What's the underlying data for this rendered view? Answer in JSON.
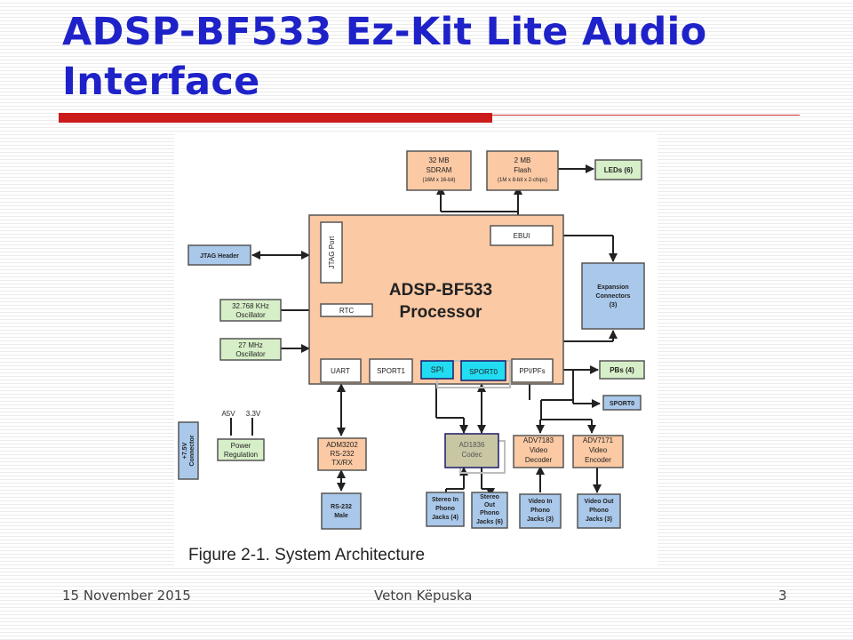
{
  "slide": {
    "title": "ADSP-BF533 Ez-Kit Lite Audio Interface",
    "footer_date": "15 November 2015",
    "footer_author": "Veton Këpuska",
    "page_number": "3"
  },
  "colors": {
    "title": "#1e22c8",
    "accent_rule": "#cc1b1b",
    "block_orange": "#fbc9a4",
    "block_green": "#d7efc8",
    "block_blue": "#a9c8ea",
    "highlight_cyan": "#22ddf2",
    "codec_fill": "#c9c6a4"
  },
  "diagram": {
    "caption": "Figure 2-1. System Architecture",
    "sdram": {
      "line1": "32 MB",
      "line2": "SDRAM",
      "line3": "(16M x 16-bit)"
    },
    "flash": {
      "line1": "2 MB",
      "line2": "Flash",
      "line3": "(1M x 8-bit x 2-chips)"
    },
    "leds": "LEDs (6)",
    "jtag_header": "JTAG Header",
    "jtag_port": "JTAG Port",
    "osc32": {
      "line1": "32.768 KHz",
      "line2": "Oscillator"
    },
    "osc27": {
      "line1": "27 MHz",
      "line2": "Oscillator"
    },
    "processor": {
      "line1": "ADSP-BF533",
      "line2": "Processor"
    },
    "ebui": "EBUI",
    "rtc": "RTC",
    "uart": "UART",
    "sport1": "SPORT1",
    "spi": "SPI",
    "sport0": "SPORT0",
    "ppi": "PPI/PFs",
    "expansion": {
      "line1": "Expansion",
      "line2": "Connectors",
      "line3": "(3)"
    },
    "pbs": "PBs (4)",
    "sport0_conn": "SPORT0",
    "power_conn": {
      "line1": "+7.5V",
      "line2": "Connector"
    },
    "power_reg": {
      "line1": "Power",
      "line2": "Regulation"
    },
    "a5v": "A5V",
    "v33": "3.3V",
    "adm": {
      "line1": "ADM3202",
      "line2": "RS-232",
      "line3": "TX/RX"
    },
    "rs232": {
      "line1": "RS-232",
      "line2": "Male"
    },
    "codec": {
      "line1": "AD1836",
      "line2": "Codec"
    },
    "adv7183": {
      "line1": "ADV7183",
      "line2": "Video",
      "line3": "Decoder"
    },
    "adv7171": {
      "line1": "ADV7171",
      "line2": "Video",
      "line3": "Encoder"
    },
    "stereo_in": {
      "line1": "Stereo In",
      "line2": "Phono",
      "line3": "Jacks (4)"
    },
    "stereo_out": {
      "line1": "Stereo",
      "line2": "Out",
      "line3": "Phono",
      "line4": "Jacks (6)"
    },
    "video_in": {
      "line1": "Video In",
      "line2": "Phono",
      "line3": "Jacks (3)"
    },
    "video_out": {
      "line1": "Video Out",
      "line2": "Phono",
      "line3": "Jacks (3)"
    }
  }
}
